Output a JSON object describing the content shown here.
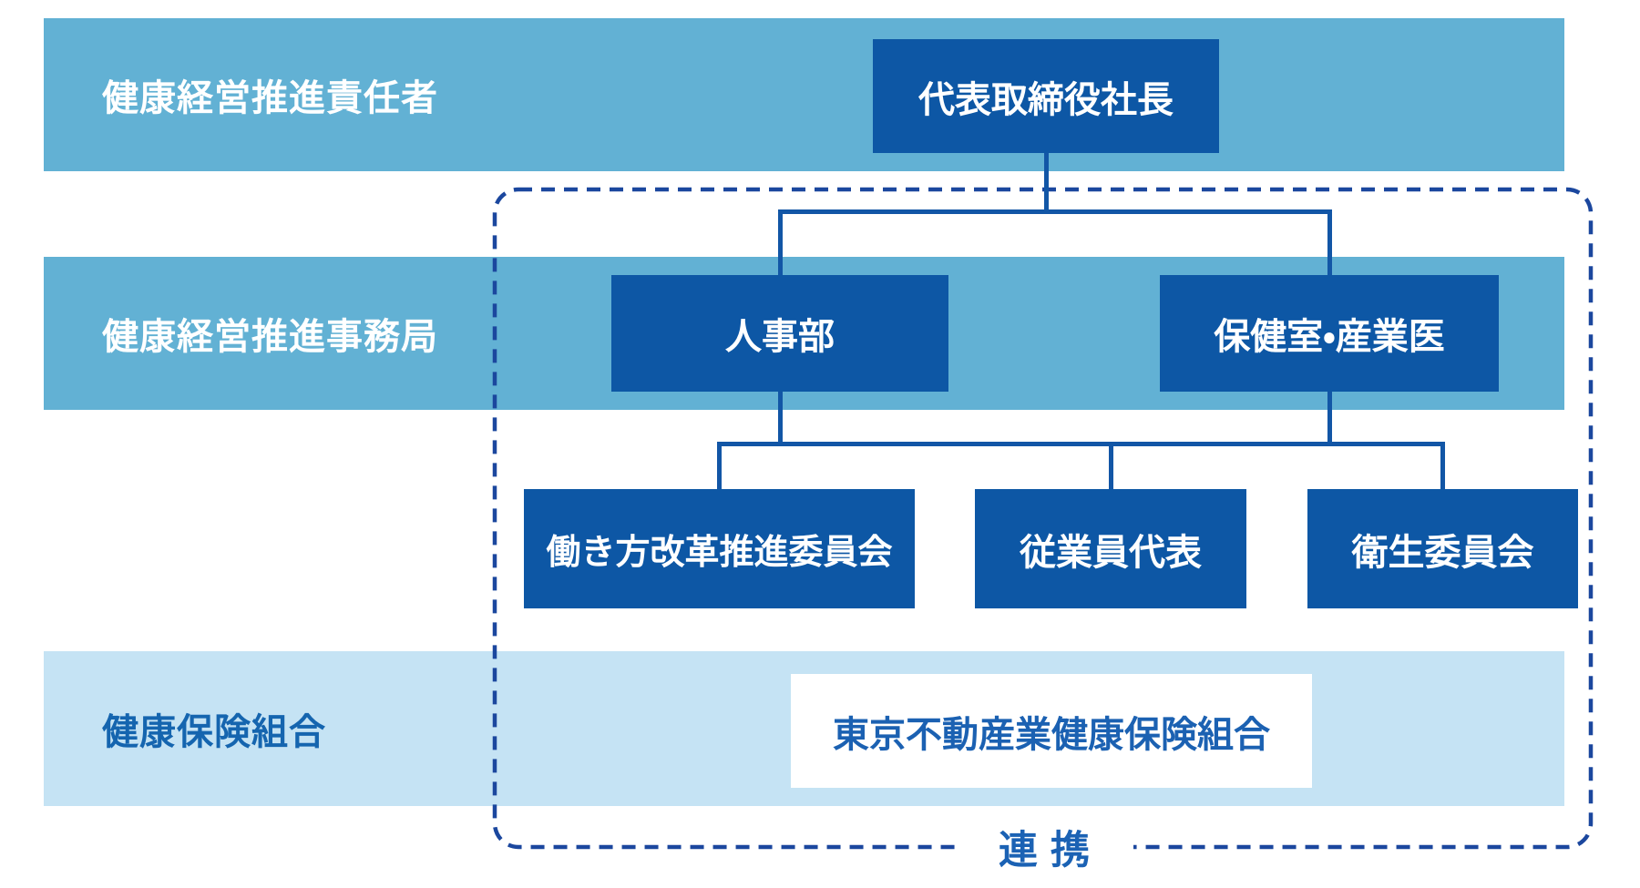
{
  "bands": [
    {
      "label": "健康経営推進責任者"
    },
    {
      "label": "健康経営推進事務局"
    },
    {
      "label": "健康保険組合"
    }
  ],
  "nodes": {
    "president": {
      "label": "代表取締役社長"
    },
    "hr": {
      "label": "人事部"
    },
    "health_office": {
      "label": "保健室・産業医"
    },
    "workstyle_committee": {
      "label": "働き方改革推進委員会"
    },
    "employee_rep": {
      "label": "従業員代表"
    },
    "hygiene_committee": {
      "label": "衛生委員会"
    },
    "insurance_union": {
      "label": "東京不動産業健康保険組合"
    }
  },
  "collaboration_label": "連携",
  "colors": {
    "band_medium_blue": "#62b1d4",
    "band_light_blue": "#c5e3f4",
    "node_dark_blue": "#0d57a5",
    "connector_blue": "#1256a6",
    "dashed_border_blue": "#1b479e",
    "band_label_white": "#ffffff",
    "blue_text_on_light": "#1565af",
    "blue_text_on_white": "#1b61b2"
  }
}
